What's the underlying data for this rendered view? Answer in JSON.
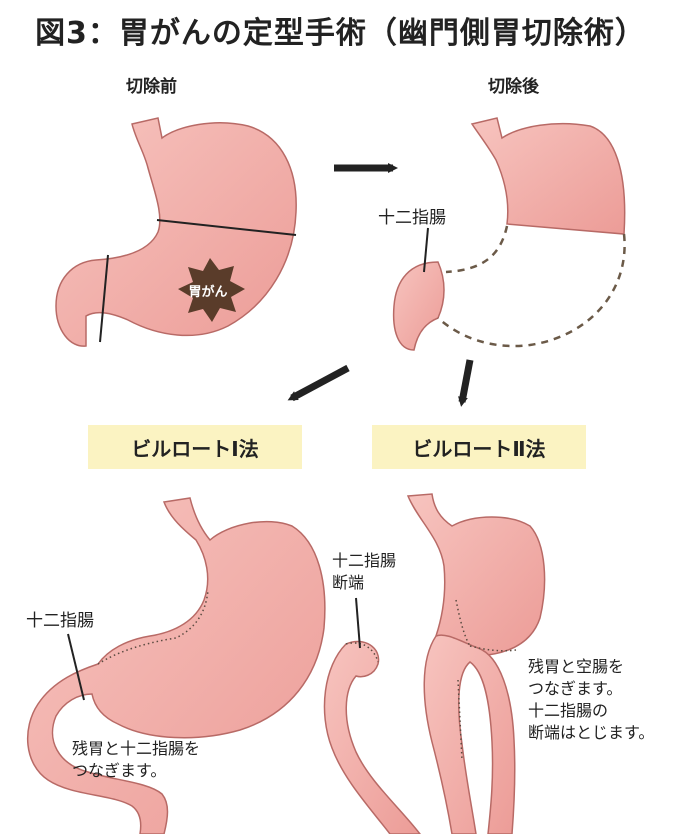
{
  "title": "図3：胃がんの定型手術（幽門側胃切除術）",
  "before_label": "切除前",
  "after_label": "切除後",
  "cancer_label": "胃がん",
  "duodenum_label": "十二指腸",
  "billroth1": {
    "label": "ビルロートⅠ法",
    "duodenum_label": "十二指腸",
    "note_line1": "残胃と十二指腸を",
    "note_line2": "つなぎます。"
  },
  "billroth2": {
    "label": "ビルロートⅡ法",
    "stump_line1": "十二指腸",
    "stump_line2": "断端",
    "note_line1": "残胃と空腸を",
    "note_line2": "つなぎます。",
    "note_line3": "十二指腸の",
    "note_line4": "断端はとじます。"
  },
  "colors": {
    "stomach_fill": "#f0a9a4",
    "stomach_stroke": "#b86a66",
    "cancer": "#5a3c2a",
    "badge": "#fbf3c2",
    "dashed": "#6b5a48",
    "arrow": "#222222"
  }
}
